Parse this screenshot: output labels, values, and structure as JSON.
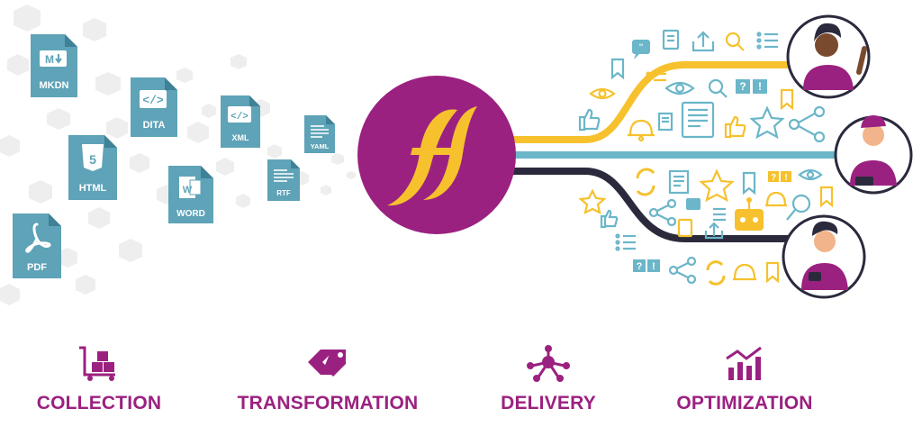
{
  "files": [
    {
      "label": "MKDN",
      "icon": "markdown-icon"
    },
    {
      "label": "DITA",
      "icon": "code-icon"
    },
    {
      "label": "XML",
      "icon": "code-icon"
    },
    {
      "label": "YAML",
      "icon": "text-lines-icon"
    },
    {
      "label": "HTML",
      "icon": "html5-icon"
    },
    {
      "label": "WORD",
      "icon": "word-icon"
    },
    {
      "label": "RTF",
      "icon": "text-lines-icon"
    },
    {
      "label": "PDF",
      "icon": "pdf-icon"
    }
  ],
  "hub": {
    "icon": "fluid-topics-logo-icon"
  },
  "steps": [
    {
      "label": "COLLECTION",
      "icon": "cart-boxes-icon"
    },
    {
      "label": "TRANSFORMATION",
      "icon": "tags-icon"
    },
    {
      "label": "DELIVERY",
      "icon": "network-icon"
    },
    {
      "label": "OPTIMIZATION",
      "icon": "bar-chart-icon"
    }
  ],
  "colors": {
    "purple": "#9b2180",
    "yellow": "#f6c12d",
    "blue": "#6bb6c9",
    "navy": "#2b2a3d",
    "file_teal": "#5ea3b7",
    "file_teal_dark": "#3f8196"
  }
}
